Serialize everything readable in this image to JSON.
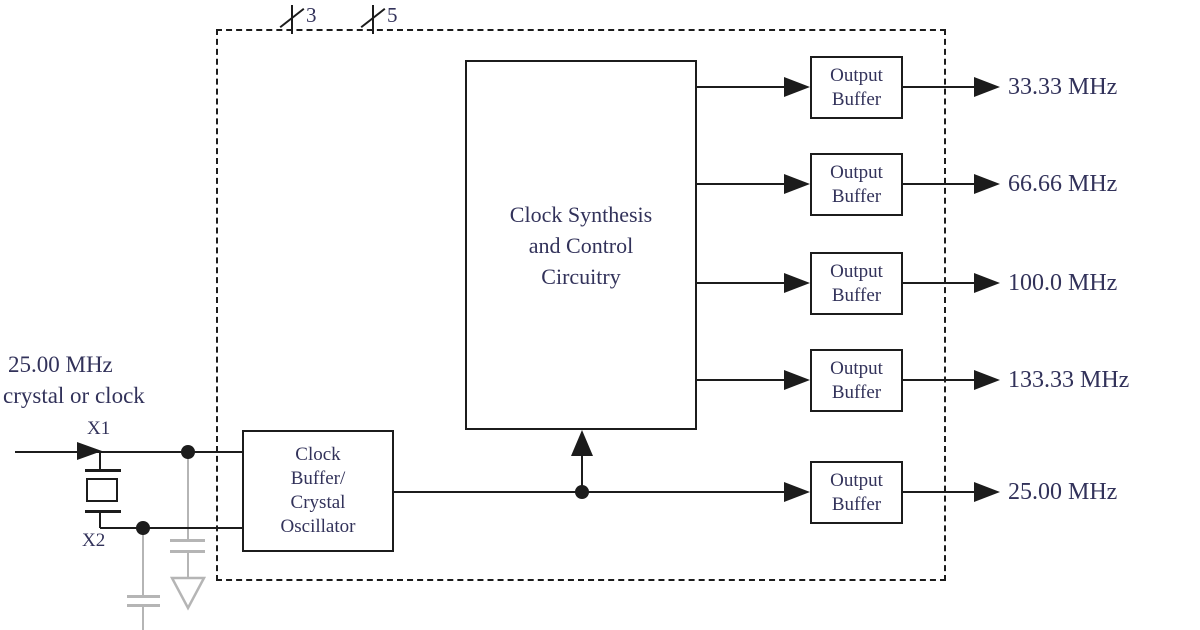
{
  "bus_inputs": [
    {
      "width_label": "3"
    },
    {
      "width_label": "5"
    }
  ],
  "input": {
    "source_line1": "25.00 MHz",
    "source_line2": "crystal or clock",
    "pin_x1": "X1",
    "pin_x2": "X2"
  },
  "blocks": {
    "clock_buffer": {
      "lines": [
        "Clock",
        "Buffer/",
        "Crystal",
        "Oscillator"
      ]
    },
    "synthesis": {
      "lines": [
        "Clock Synthesis",
        "and Control",
        "Circuitry"
      ]
    },
    "output_buffer": {
      "line1": "Output",
      "line2": "Buffer"
    }
  },
  "outputs": [
    {
      "frequency": "33.33 MHz"
    },
    {
      "frequency": "66.66 MHz"
    },
    {
      "frequency": "100.0 MHz"
    },
    {
      "frequency": "133.33 MHz"
    },
    {
      "frequency": "25.00 MHz"
    }
  ],
  "colors": {
    "line": "#1c1c1c",
    "text": "#32325a",
    "component_gray": "#b5b5b5",
    "background": "#ffffff"
  }
}
